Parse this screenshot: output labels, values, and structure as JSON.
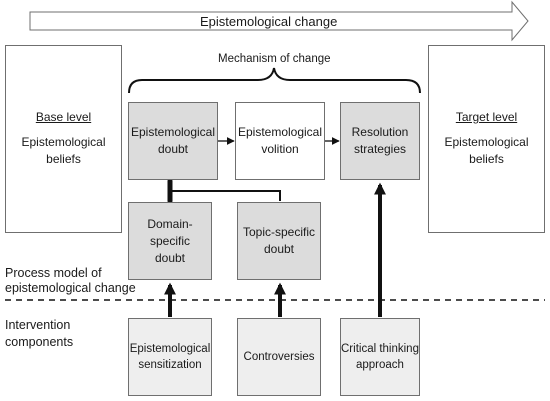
{
  "banner": {
    "label": "Epistemological change"
  },
  "mechanism": {
    "label": "Mechanism of change"
  },
  "base_level": {
    "heading": "Base level",
    "body": "Epistemological\nbeliefs"
  },
  "target_level": {
    "heading": "Target level",
    "body": "Epistemological\nbeliefs"
  },
  "mechanism_boxes": {
    "doubt": "Epistemological\ndoubt",
    "volition": "Epistemological\nvolition",
    "resolution": "Resolution\nstrategies"
  },
  "doubt_boxes": {
    "domain": "Domain-specific\ndoubt",
    "topic": "Topic-specific\ndoubt"
  },
  "process_model": {
    "label": "Process model of\nepistemological change"
  },
  "intervention": {
    "label": "Intervention\ncomponents",
    "sensitization": "Epistemological\nsensitization",
    "controversies": "Controversies",
    "critical": "Critical thinking\napproach"
  }
}
